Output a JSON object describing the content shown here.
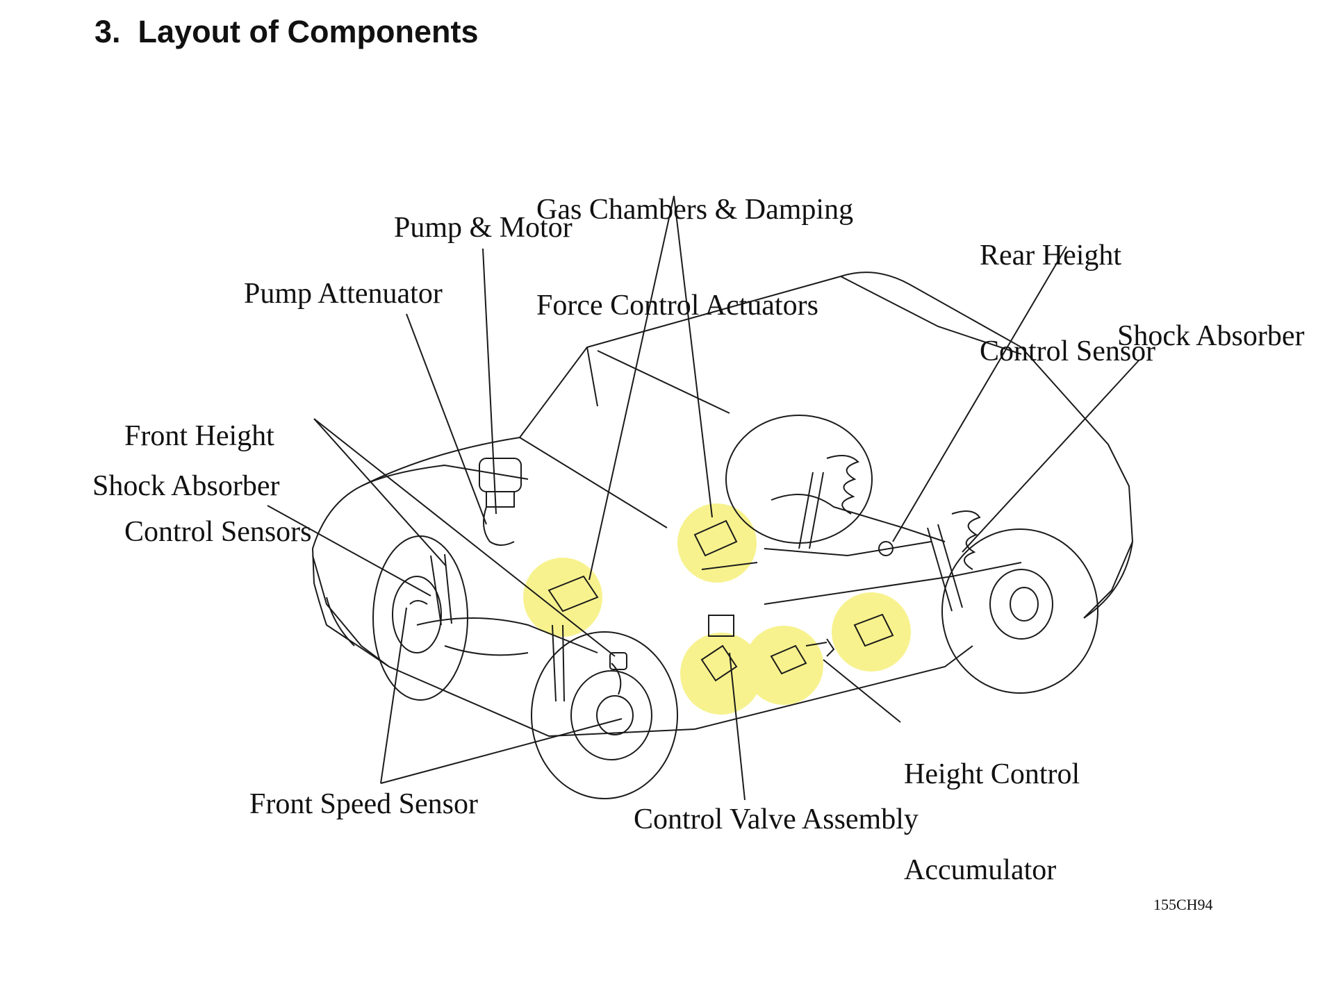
{
  "page": {
    "heading": "3.  Layout of Components",
    "figure_code": "155CH94"
  },
  "labels": {
    "gas_chambers": [
      "Gas Chambers & Damping",
      "Force Control Actuators"
    ],
    "pump_motor": "Pump & Motor",
    "pump_attenuator": "Pump Attenuator",
    "front_height_sensors": [
      "Front Height",
      "Control Sensors"
    ],
    "shock_absorber_front": "Shock Absorber",
    "rear_height_sensor": [
      "Rear Height",
      "Control Sensor"
    ],
    "shock_absorber_rear": "Shock Absorber",
    "height_control_accumulator": [
      "Height Control",
      "Accumulator"
    ],
    "control_valve_assembly": "Control Valve Assembly",
    "front_speed_sensor": "Front Speed Sensor"
  },
  "colors": {
    "highlight": "#f6f07a",
    "line": "#1a1a1a",
    "text": "#111111"
  }
}
